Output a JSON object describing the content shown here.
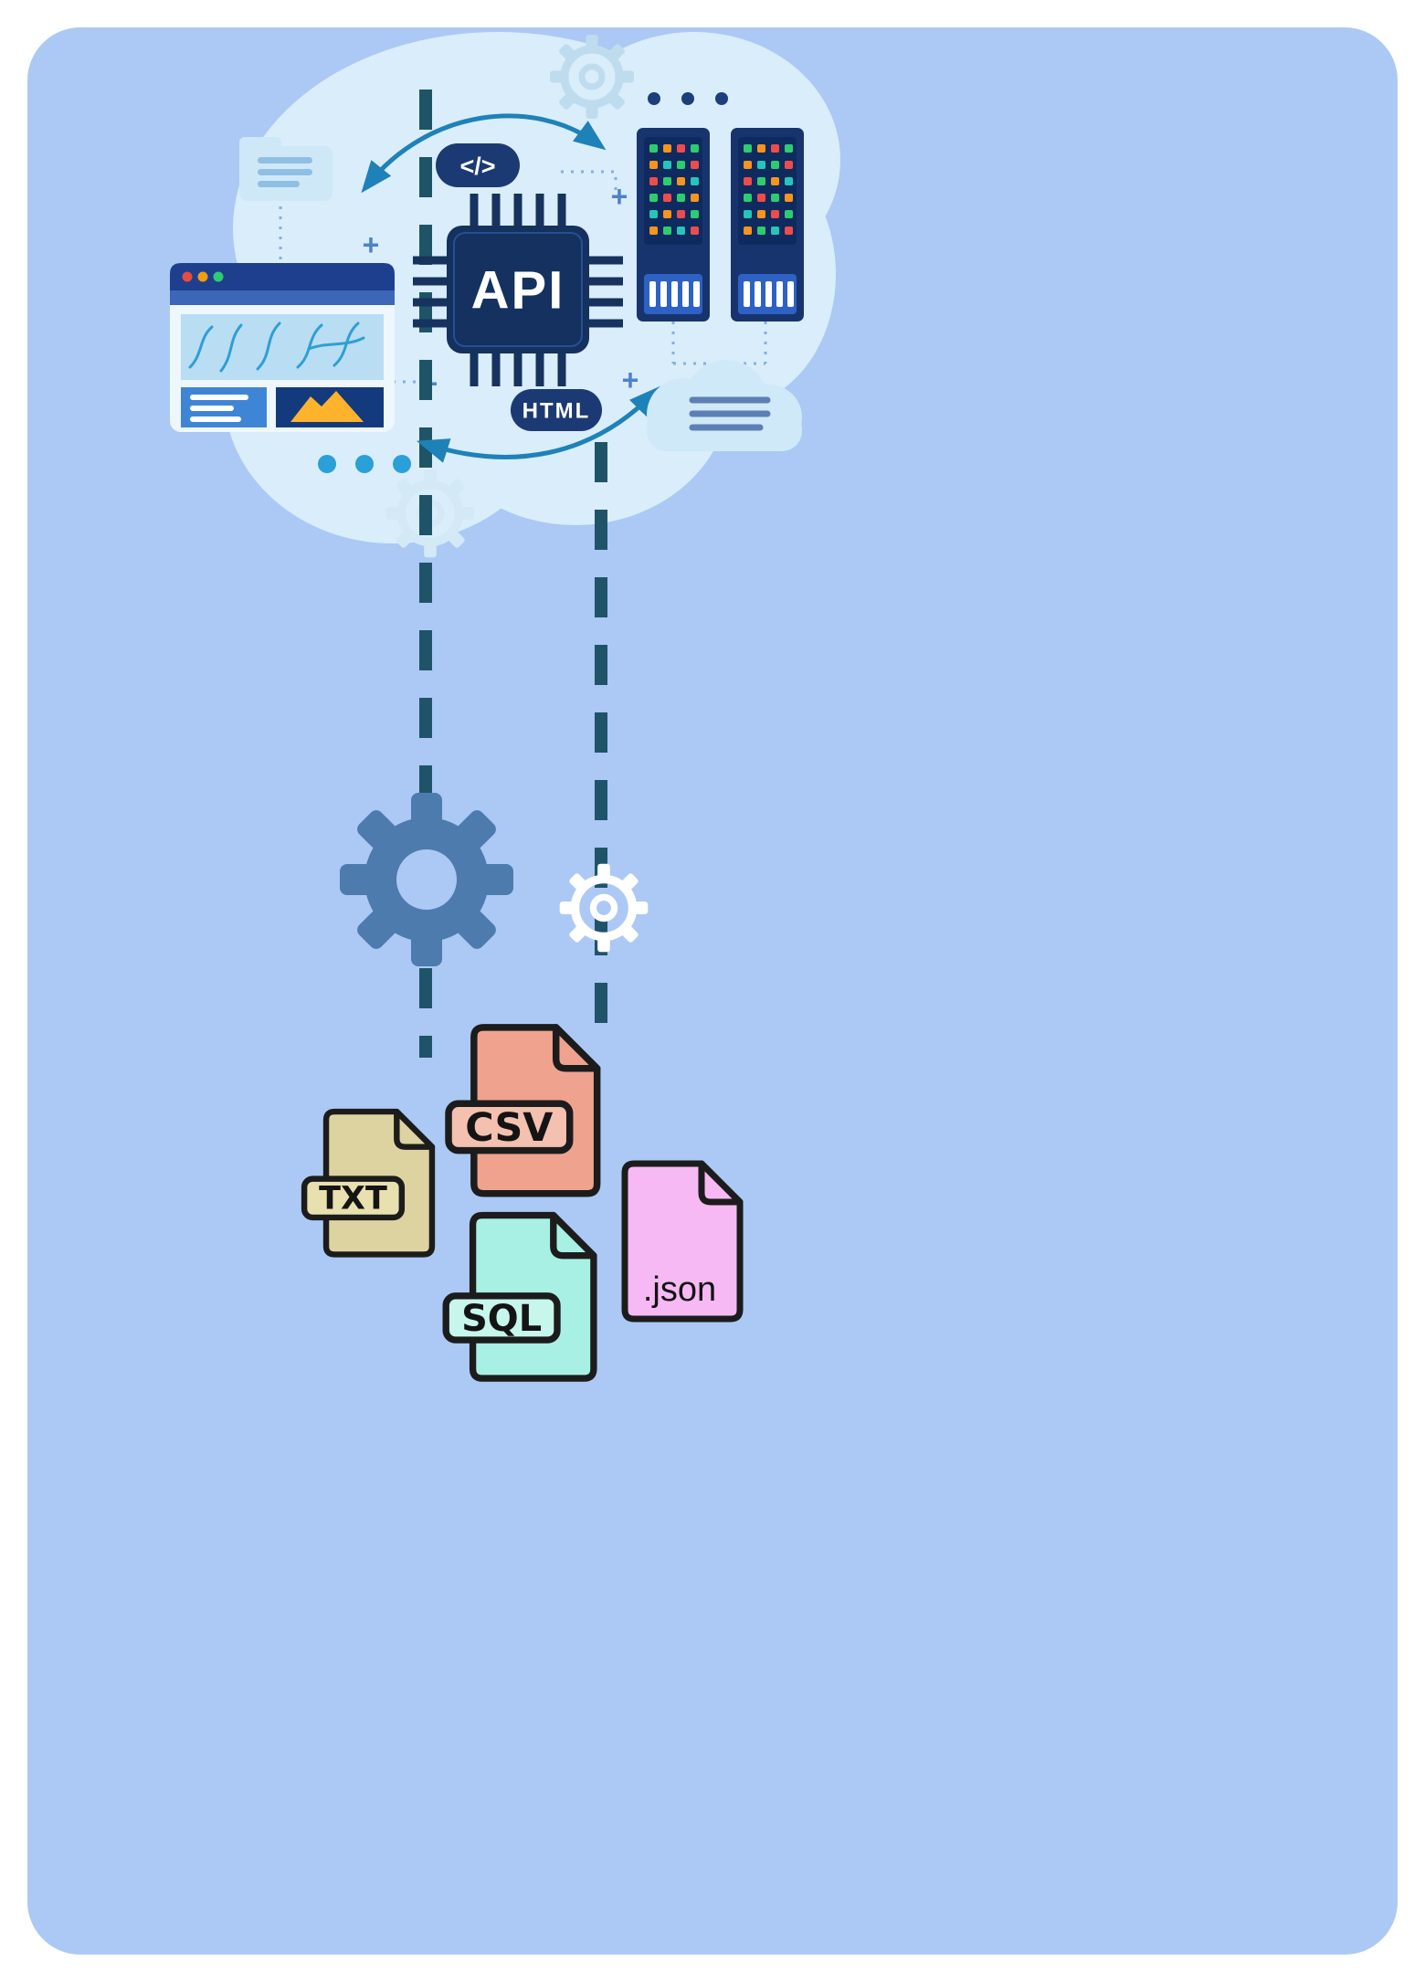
{
  "illustration": {
    "code_tag_label": "</>",
    "api_label": "API",
    "html_label": "HTML",
    "plus_sign": "+",
    "file_labels": {
      "txt": "TXT",
      "csv": "CSV",
      "sql": "SQL",
      "json": ".json"
    },
    "colors": {
      "panel_background": "#abc9f4",
      "blob": "#d9edfa",
      "navy": "#16325e",
      "badge_navy": "#1b3a74",
      "arrow_teal": "#1e82b8",
      "dashed_line": "#1f5468",
      "gear_blue": "#4d7bae",
      "file_outline": "#1c1c1c",
      "txt_fill": "#ddd3a0",
      "csv_fill": "#efa38f",
      "sql_fill": "#a8f0e4",
      "json_fill": "#f7b9f3",
      "server_led_green": "#2ecc71",
      "server_led_orange": "#f7941d",
      "server_led_red": "#ed4c4c",
      "server_led_teal": "#27c5b9"
    }
  }
}
